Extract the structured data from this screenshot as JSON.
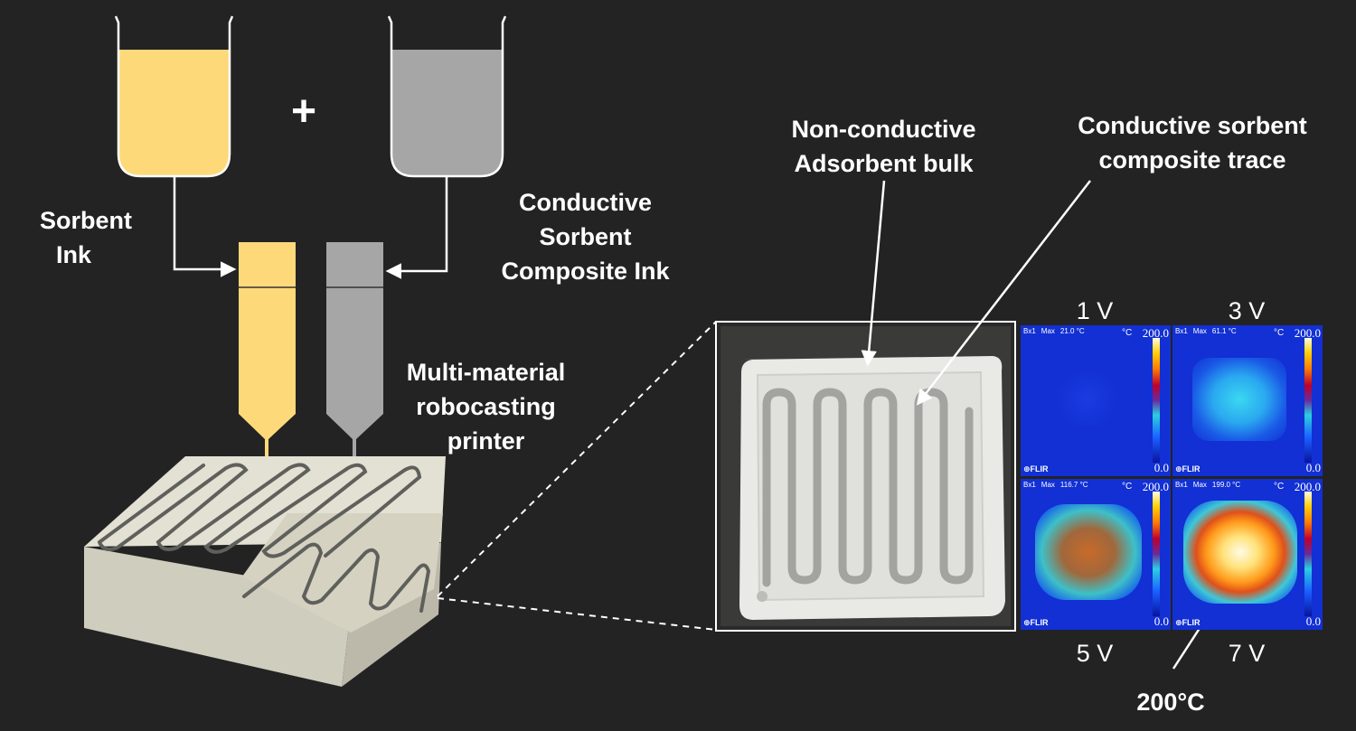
{
  "labels": {
    "sorbent_ink_1": "Sorbent",
    "sorbent_ink_2": "Ink",
    "plus": "+",
    "conductive_ink_1": "Conductive",
    "conductive_ink_2": "Sorbent",
    "conductive_ink_3": "Composite Ink",
    "printer_1": "Multi-material",
    "printer_2": "robocasting",
    "printer_3": "printer",
    "bulk_1": "Non-conductive",
    "bulk_2": "Adsorbent bulk",
    "trace_1": "Conductive sorbent",
    "trace_2": "composite trace",
    "peak_temp": "200°C"
  },
  "thermal_images": [
    {
      "voltage": "1 V",
      "box": "Bx1",
      "max_label": "Max",
      "max_value": "21.0 °C",
      "unit": "°C",
      "scale_max": "200.0",
      "scale_min": "0.0",
      "brand": "⊕FLIR",
      "level": 0.0
    },
    {
      "voltage": "3 V",
      "box": "Bx1",
      "max_label": "Max",
      "max_value": "61.1 °C",
      "unit": "°C",
      "scale_max": "200.0",
      "scale_min": "0.0",
      "brand": "⊕FLIR",
      "level": 0.3
    },
    {
      "voltage": "5 V",
      "box": "Bx1",
      "max_label": "Max",
      "max_value": "116.7 °C",
      "unit": "°C",
      "scale_max": "200.0",
      "scale_min": "0.0",
      "brand": "⊕FLIR",
      "level": 0.58
    },
    {
      "voltage": "7 V",
      "box": "Bx1",
      "max_label": "Max",
      "max_value": "199.0 °C",
      "unit": "°C",
      "scale_max": "200.0",
      "scale_min": "0.0",
      "brand": "⊕FLIR",
      "level": 1.0
    }
  ],
  "colors": {
    "background": "#232323",
    "sorbent_ink": "#fdd97a",
    "conductive_ink": "#a6a6a6",
    "block": "#d9d7c8",
    "arrow": "#ffffff"
  }
}
